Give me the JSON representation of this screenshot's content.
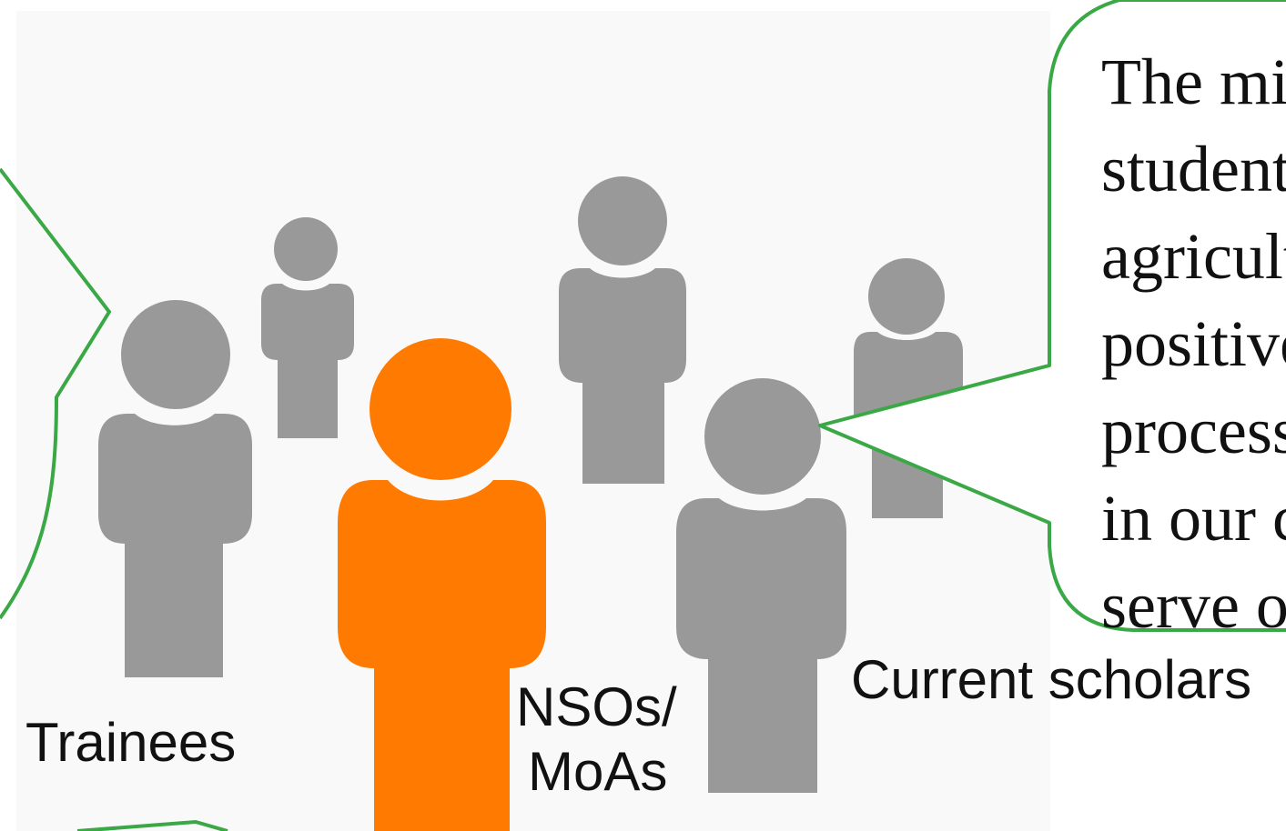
{
  "colors": {
    "panel_background": "#f9f9f9",
    "person_gray": "#999999",
    "person_highlight": "#ff7a00",
    "callout_stroke": "#3aa845",
    "text": "#111111"
  },
  "icons": {
    "person": "person-silhouette-icon"
  },
  "labels": {
    "trainees": "Trainees",
    "nsos_line1": "NSOs/",
    "nsos_line2": "MoAs",
    "current_scholars": "Current scholars"
  },
  "callout_right": {
    "lines": [
      "The mi",
      "student",
      "agricult",
      "positive",
      "process",
      "in our c",
      "serve o"
    ]
  }
}
